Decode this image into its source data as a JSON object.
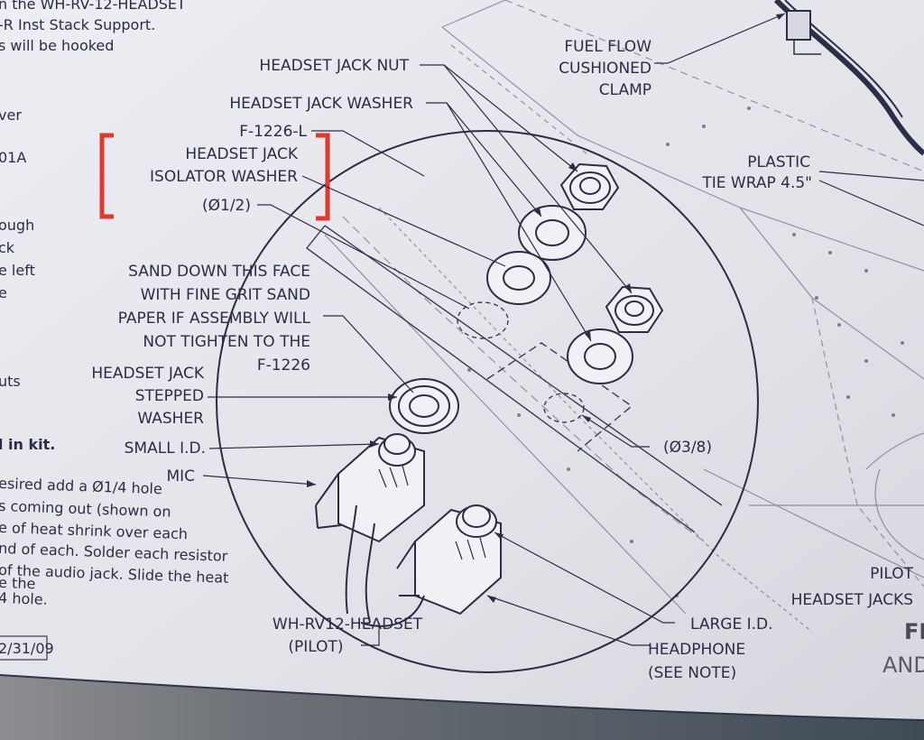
{
  "colors": {
    "paper": "#e3e4ea",
    "ink": "#2c2c46",
    "bracket": "#e0392e"
  },
  "left_text": [
    "n the WH-RV-12-HEADSET",
    "-R Inst Stack Support.",
    "s will be hooked",
    "ver",
    "01A",
    "ough",
    "ck",
    "e left",
    "e",
    "uts",
    "l in kit."
  ],
  "note_lines": [
    "esired add a Ø1/4 hole",
    "s coming out (shown on",
    "e of heat shrink over each",
    "nd of each. Solder each resistor",
    "of the audio jack. Slide the heat",
    "e the",
    "4 hole."
  ],
  "date_box": "2/31/09",
  "labels": {
    "headset_jack_nut": "HEADSET JACK NUT",
    "headset_jack_washer": "HEADSET JACK WASHER",
    "part_number": "F-1226-L",
    "isolator_1": "HEADSET JACK",
    "isolator_2": "ISOLATOR WASHER",
    "dia_half": "(Ø1/2)",
    "sand_1": "SAND DOWN THIS FACE",
    "sand_2": "WITH FINE GRIT SAND",
    "sand_3": "PAPER IF ASSEMBLY WILL",
    "sand_4": "NOT TIGHTEN  TO THE",
    "sand_5": "F-1226",
    "stepped_1": "HEADSET JACK",
    "stepped_2": "STEPPED",
    "stepped_3": "WASHER",
    "small_id": "SMALL I.D.",
    "mic": "MIC",
    "harness_1": "WH-RV12-HEADSET",
    "harness_2": "(PILOT)",
    "fuel_1": "FUEL FLOW",
    "fuel_2": "CUSHIONED",
    "fuel_3": "CLAMP",
    "tie_1": "PLASTIC",
    "tie_2": "TIE WRAP 4.5\"",
    "dia_three_eighths": "(Ø3/8)",
    "pilot_1": "PILOT",
    "pilot_2": "HEADSET JACKS",
    "large_id": "LARGE I.D.",
    "headphone_1": "HEADPHONE",
    "headphone_2": "(SEE NOTE)",
    "title_1": "FI",
    "title_2": "AND"
  }
}
